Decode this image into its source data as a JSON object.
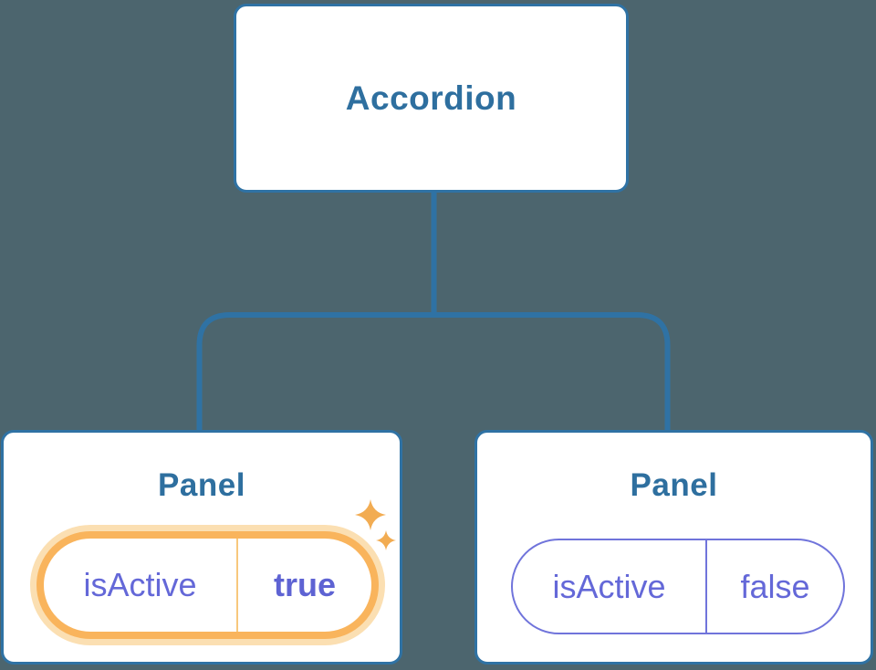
{
  "tree": {
    "root": {
      "label": "Accordion"
    },
    "children": [
      {
        "title": "Panel",
        "state_name": "isActive",
        "state_value": "true",
        "highlighted": true
      },
      {
        "title": "Panel",
        "state_name": "isActive",
        "state_value": "false",
        "highlighted": false
      }
    ]
  },
  "icons": {
    "sparkle_large": "sparkle-icon",
    "sparkle_small": "sparkle-icon"
  },
  "colors": {
    "background": "#4C656E",
    "node_background": "#FFFFFF",
    "node_border": "#2F72A4",
    "connector_line": "#2F72A4",
    "node_text": "#2E6F9F",
    "state_text": "#6468D8",
    "state_value_bold_text": "#5E63D3",
    "state_pill_border_plain": "#7074DB",
    "highlight_border": "#F9B45C",
    "highlight_glow": "#FBDFB2",
    "highlight_divider": "#F8C87D",
    "sparkle": "#F2AC52"
  }
}
